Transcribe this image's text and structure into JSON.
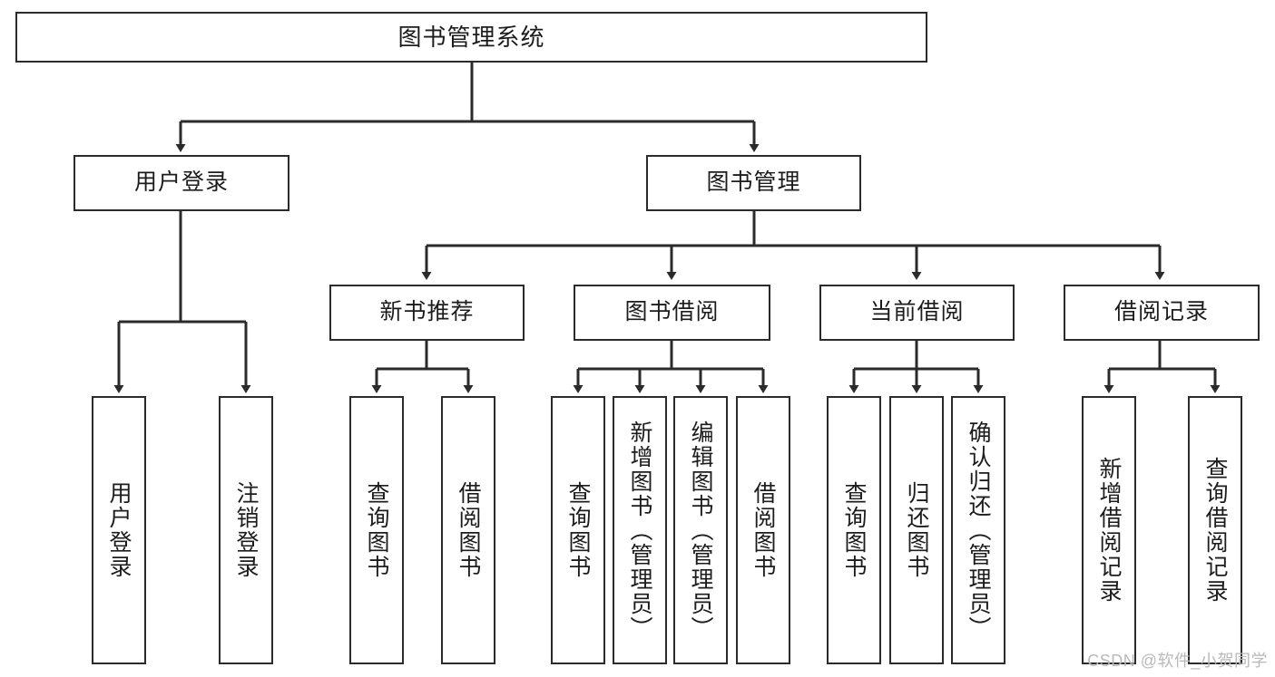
{
  "diagram": {
    "title": "图书管理系统",
    "type": "hierarchy-tree",
    "levels": 4,
    "colors": {
      "box_border": "#2b2b2b",
      "box_fill": "#ffffff",
      "connector": "#2b2b2b",
      "text": "#1c1c1c",
      "watermark": "#b9b9b9"
    },
    "root": {
      "label": "图书管理系统"
    },
    "level2": [
      {
        "label": "用户登录"
      },
      {
        "label": "图书管理"
      }
    ],
    "level3": [
      {
        "label": "新书推荐"
      },
      {
        "label": "图书借阅"
      },
      {
        "label": "当前借阅"
      },
      {
        "label": "借阅记录"
      }
    ],
    "leaves": {
      "user_login": [
        {
          "label": "用户登录"
        },
        {
          "label": "注销登录"
        }
      ],
      "new_book_recommend": [
        {
          "label": "查询图书"
        },
        {
          "label": "借阅图书"
        }
      ],
      "book_borrow": [
        {
          "label": "查询图书"
        },
        {
          "label": "新增图书（管理员）"
        },
        {
          "label": "编辑图书（管理员）"
        },
        {
          "label": "借阅图书"
        }
      ],
      "current_borrow": [
        {
          "label": "查询图书"
        },
        {
          "label": "归还图书"
        },
        {
          "label": "确认归还（管理员）"
        }
      ],
      "borrow_records": [
        {
          "label": "新增借阅记录"
        },
        {
          "label": "查询借阅记录"
        }
      ]
    }
  },
  "watermark": {
    "text": "CSDN @软件_小贺同学"
  }
}
